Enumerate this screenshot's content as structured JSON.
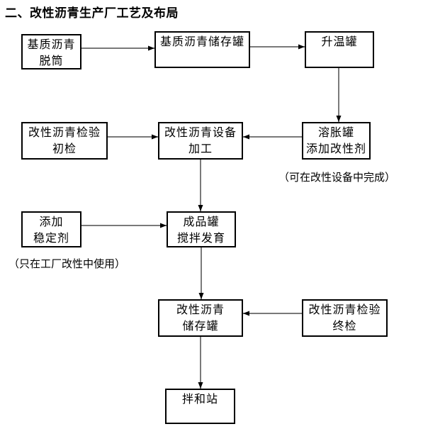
{
  "title": "二、改性沥青生产厂工艺及布局",
  "nodes": {
    "base_unloading": [
      "基质沥青",
      "脱筒"
    ],
    "base_storage": [
      "基质沥青储存罐"
    ],
    "heating_tank": [
      "升温罐"
    ],
    "initial_inspection": [
      "改性沥青检验",
      "初检"
    ],
    "equipment_processing": [
      "改性沥青设备",
      "加工"
    ],
    "swelling_tank": [
      "溶胀罐",
      "添加改性剂"
    ],
    "add_stabilizer": [
      "添加",
      "稳定剂"
    ],
    "finished_tank": [
      "成品罐",
      "搅拌发育"
    ],
    "modified_storage": [
      "改性沥青",
      "储存罐"
    ],
    "final_inspection": [
      "改性沥青检验",
      "终检"
    ],
    "mixing_station": [
      "拌和站"
    ]
  },
  "notes": {
    "swelling_note": "（可在改性设备中完成）",
    "stabilizer_note": "（只在工厂改性中使用）"
  },
  "colors": {
    "background": "#ffffff",
    "box_border": "#000000",
    "text": "#000000",
    "arrow_shaft": "#4d4d4d",
    "arrow_head": "#000000"
  }
}
